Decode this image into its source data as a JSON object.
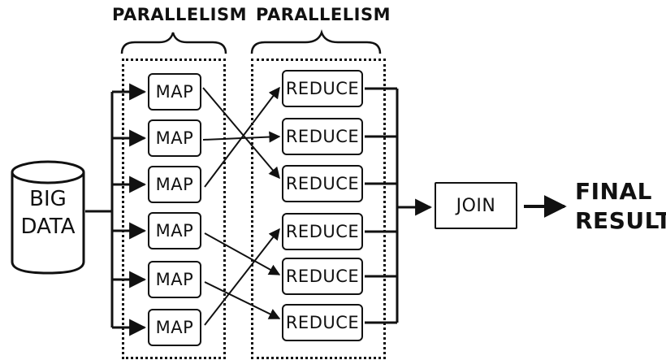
{
  "diagram": {
    "headers": {
      "map_group": "PARALLELISM",
      "reduce_group": "PARALLELISM"
    },
    "source": {
      "line1": "BIG",
      "line2": "DATA"
    },
    "map_label": "MAP",
    "reduce_label": "REDUCE",
    "join_label": "JOIN",
    "result": {
      "line1": "FINAL",
      "line2": "RESULT"
    }
  }
}
